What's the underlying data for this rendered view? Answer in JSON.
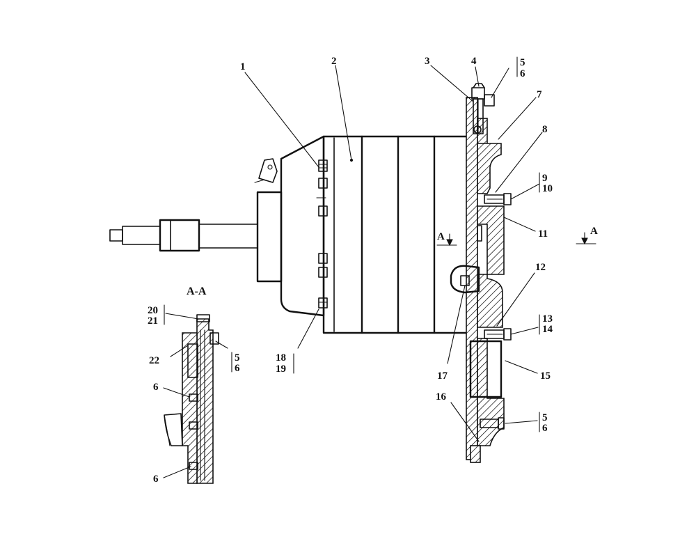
{
  "section_title": "A-A",
  "section_marker": "A",
  "callouts": {
    "c1": "1",
    "c2": "2",
    "c3": "3",
    "c4": "4",
    "c5a": "5",
    "c6a": "6",
    "c7": "7",
    "c8": "8",
    "c9": "9",
    "c10": "10",
    "c11": "11",
    "c12": "12",
    "c13": "13",
    "c14": "14",
    "c15": "15",
    "c16": "16",
    "c17": "17",
    "c18": "18",
    "c19": "19",
    "c5b": "5",
    "c6b": "6",
    "c20": "20",
    "c21": "21",
    "c22": "22",
    "c5c": "5",
    "c6c": "6",
    "c6d": "6",
    "c6e": "6"
  }
}
